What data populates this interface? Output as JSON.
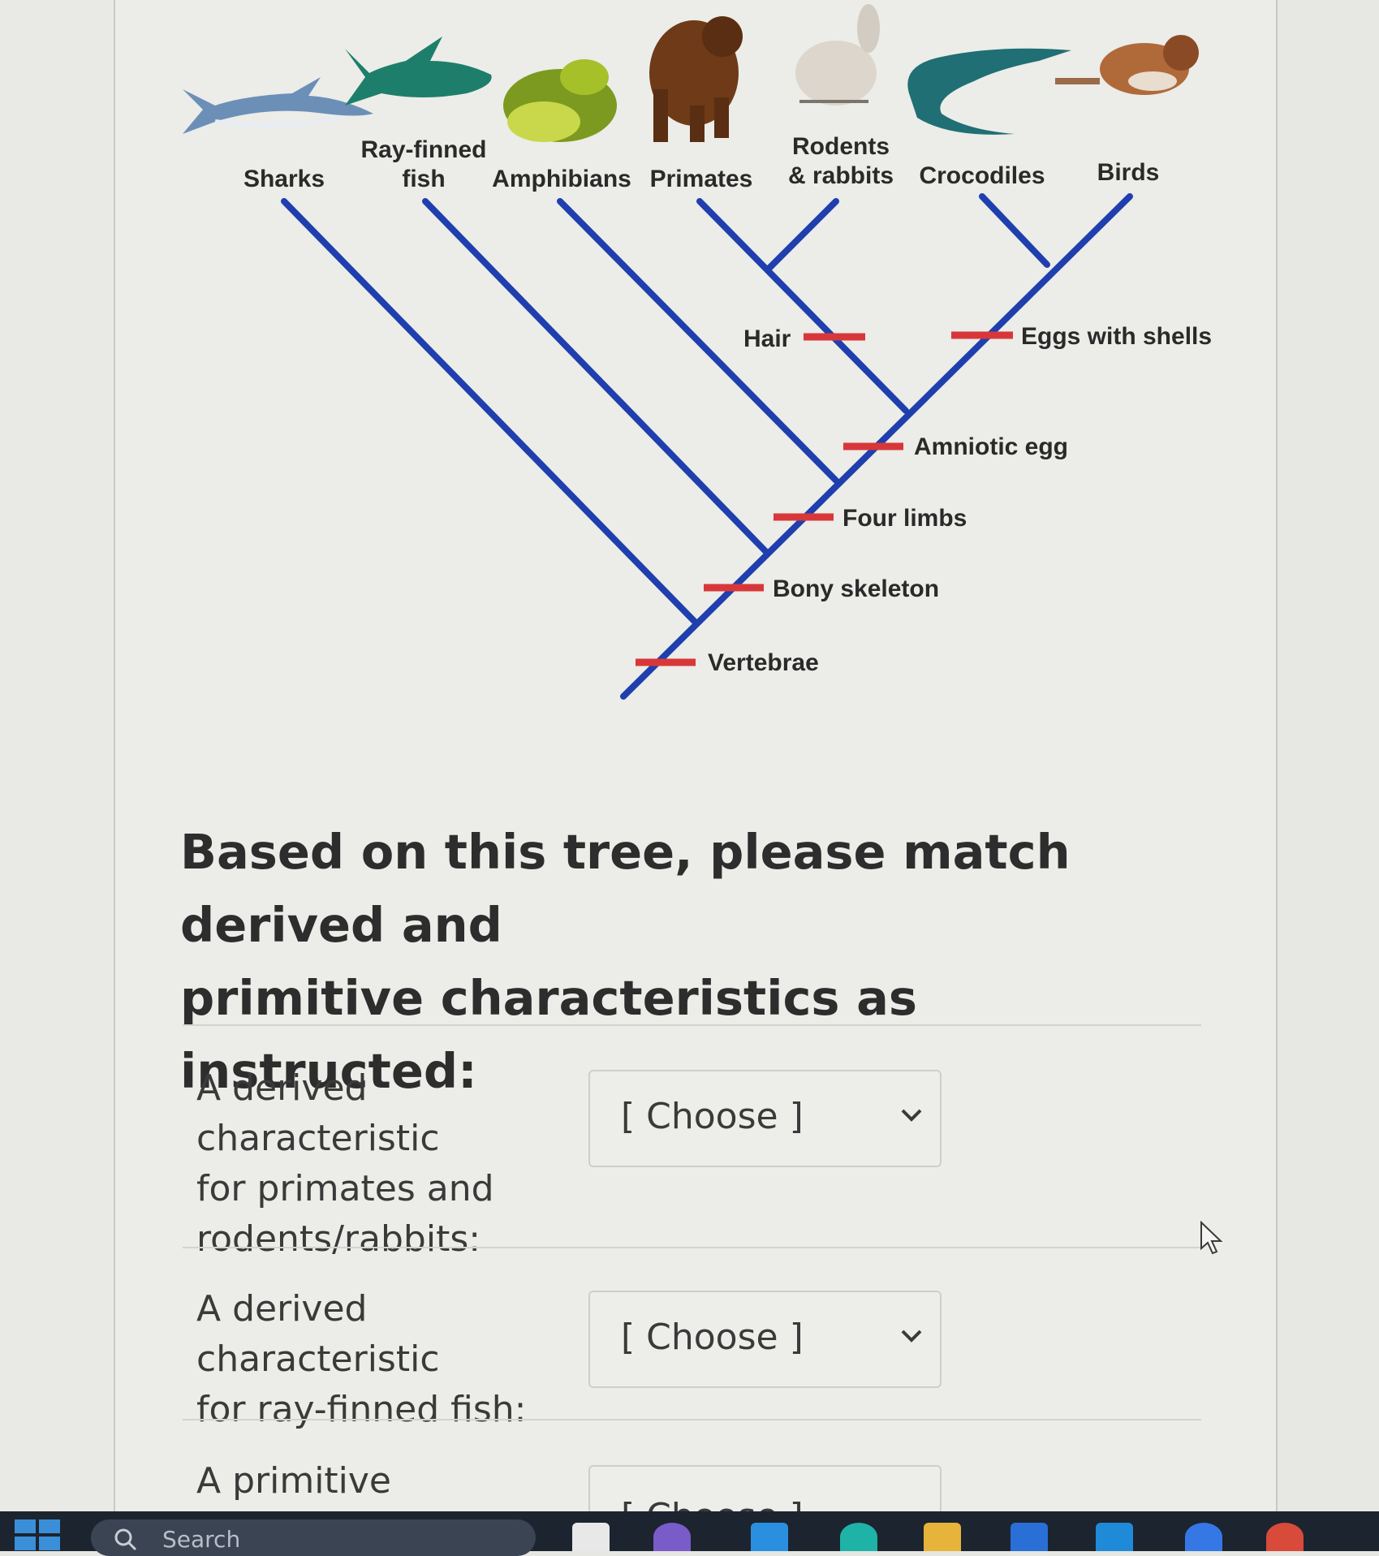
{
  "tree": {
    "taxa": {
      "sharks": "Sharks",
      "ray_finned_1": "Ray-finned",
      "ray_finned_2": "fish",
      "amphibians": "Amphibians",
      "primates": "Primates",
      "rodents_1": "Rodents",
      "rodents_2": "& rabbits",
      "crocodiles": "Crocodiles",
      "birds": "Birds"
    },
    "traits": {
      "hair": "Hair",
      "eggs_with_shells": "Eggs with shells",
      "amniotic_egg": "Amniotic egg",
      "four_limbs": "Four limbs",
      "bony_skeleton": "Bony skeleton",
      "vertebrae": "Vertebrae"
    },
    "colors": {
      "branch": "#1f3fae",
      "trait_bar": "#d8373a"
    }
  },
  "question": {
    "title_line1": "Based on this tree, please match derived and",
    "title_line2": "primitive characteristics as instructed:"
  },
  "matches": [
    {
      "label_lines": [
        "A derived characteristic",
        "for primates and",
        "rodents/rabbits:"
      ],
      "selected": "[ Choose ]"
    },
    {
      "label_lines": [
        "A derived characteristic",
        "for ray-finned fish:"
      ],
      "selected": "[ Choose ]"
    },
    {
      "label_lines": [
        "A primitive"
      ],
      "selected": "[ Choose ]"
    }
  ],
  "taskbar": {
    "search_placeholder": "Search"
  }
}
